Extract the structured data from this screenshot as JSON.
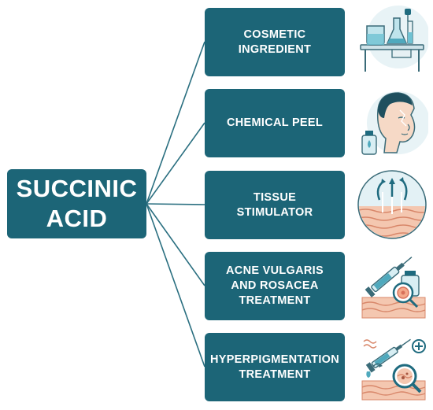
{
  "root": {
    "label_line1": "SUCCINIC",
    "label_line2": "ACID"
  },
  "branches": [
    {
      "line1": "COSMETIC",
      "line2": "INGREDIENT",
      "line3": "",
      "icon": "lab-glassware-icon"
    },
    {
      "line1": "CHEMICAL PEEL",
      "line2": "",
      "line3": "",
      "icon": "face-peel-icon"
    },
    {
      "line1": "TISSUE",
      "line2": "STIMULATOR",
      "line3": "",
      "icon": "skin-layers-icon"
    },
    {
      "line1": "ACNE VULGARIS",
      "line2": "AND ROSACEA",
      "line3": "TREATMENT",
      "icon": "syringe-skin-target-icon"
    },
    {
      "line1": "HYPERPIGMENTATION",
      "line2": "TREATMENT",
      "line3": "",
      "icon": "syringe-magnifier-icon"
    }
  ],
  "colors": {
    "box": "#1c6577",
    "line": "#2a6f80",
    "text": "#ffffff"
  }
}
